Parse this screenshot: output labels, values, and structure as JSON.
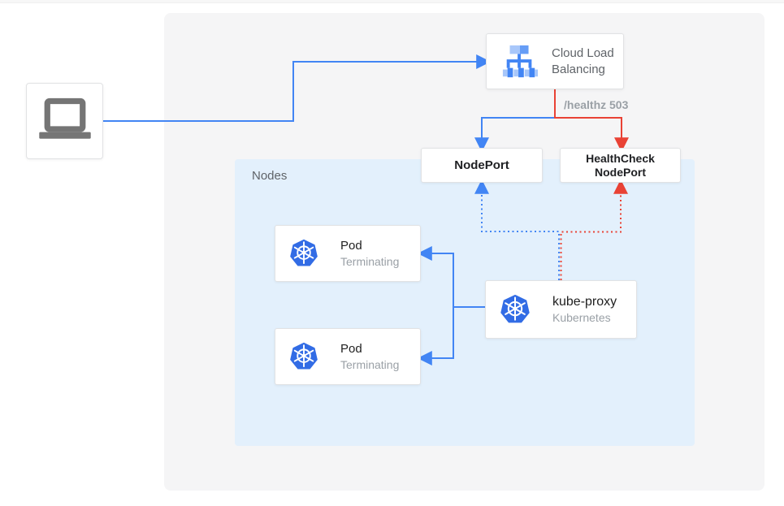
{
  "panels": {
    "nodes": {
      "label": "Nodes"
    }
  },
  "boxes": {
    "client": {
      "icon": "laptop-icon"
    },
    "cloud_load_balancing": {
      "label": "Cloud Load Balancing",
      "icon": "load-balancer-icon"
    },
    "nodeport": {
      "label": "NodePort"
    },
    "healthcheck_nodeport": {
      "line1": "HealthCheck",
      "line2": "NodePort"
    },
    "kube_proxy": {
      "title": "kube-proxy",
      "subtitle": "Kubernetes",
      "icon": "kubernetes-icon"
    },
    "pod_1": {
      "title": "Pod",
      "subtitle": "Terminating",
      "icon": "kubernetes-icon"
    },
    "pod_2": {
      "title": "Pod",
      "subtitle": "Terminating",
      "icon": "kubernetes-icon"
    }
  },
  "edge_labels": {
    "healthz": "/healthz 503"
  },
  "colors": {
    "line_blue": "#4285f4",
    "line_red": "#e94235",
    "outer_panel_gray": "#f5f5f6",
    "nodes_panel_blue": "#e3f0fc",
    "kubernetes_blue": "#326ce5",
    "icon_light_blue": "#a8c7fa",
    "icon_mid_blue": "#669df6",
    "laptop_gray": "#757575",
    "text_dark": "#202124",
    "text_gray": "#5f6368",
    "text_light_gray": "#9aa0a6"
  }
}
